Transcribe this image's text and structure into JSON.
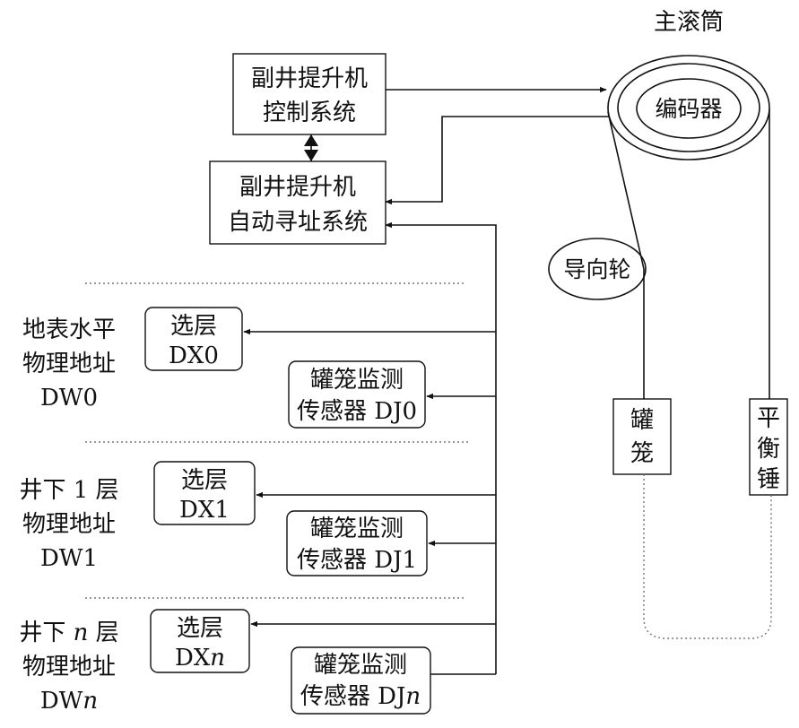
{
  "main_drum": {
    "title": "主滚筒",
    "encoder": "编码器"
  },
  "control_system": {
    "line1": "副井提升机",
    "line2": "控制系统"
  },
  "addressing_system": {
    "line1": "副井提升机",
    "line2": "自动寻址系统"
  },
  "guide_wheel": "导向轮",
  "cage": {
    "c1": "罐",
    "c2": "笼"
  },
  "counterweight": {
    "c1": "平",
    "c2": "衡",
    "c3": "锤"
  },
  "levels": [
    {
      "name": [
        "地表水平",
        "物理地址",
        "DW0"
      ],
      "selector": [
        "选层",
        "DX0"
      ],
      "sensor": [
        "罐笼监测",
        "传感器 DJ0"
      ]
    },
    {
      "name": [
        "井下 1 层",
        "物理地址",
        "DW1"
      ],
      "selector": [
        "选层",
        "DX1"
      ],
      "sensor": [
        "罐笼监测",
        "传感器 DJ1"
      ]
    },
    {
      "name_prefix": "井下 ",
      "name_var": "n",
      "name_suffix": " 层",
      "name2": "物理地址",
      "name3_prefix": "DW",
      "name3_var": "n",
      "selector1": "选层",
      "selector2_prefix": "DX",
      "selector2_var": "n",
      "sensor1": "罐笼监测",
      "sensor2_prefix": "传感器 DJ",
      "sensor2_var": "n"
    }
  ]
}
